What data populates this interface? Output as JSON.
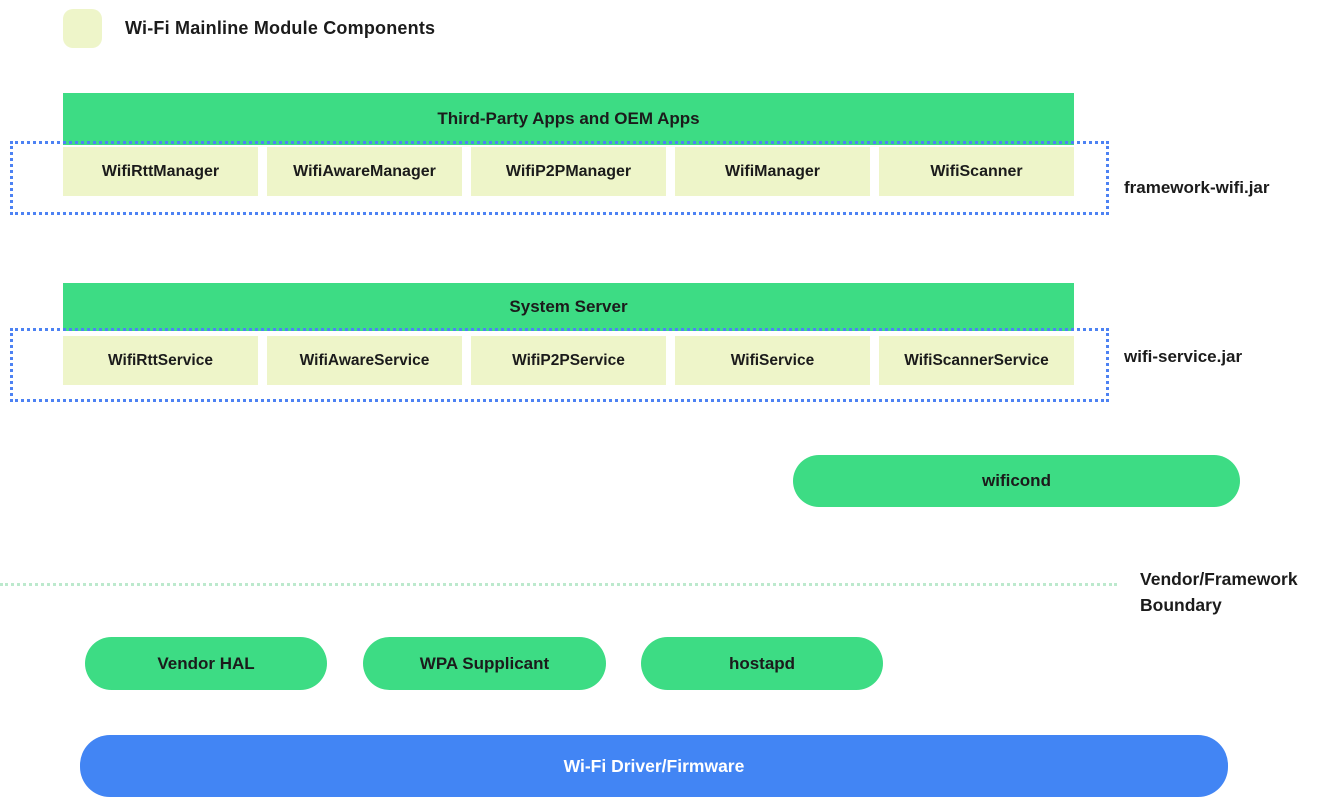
{
  "legend": {
    "label": "Wi-Fi Mainline Module Components"
  },
  "framework_section": {
    "header": "Third-Party Apps and OEM Apps",
    "boxes": [
      "WifiRttManager",
      "WifiAwareManager",
      "WifiP2PManager",
      "WifiManager",
      "WifiScanner"
    ],
    "jar_label": "framework-wifi.jar"
  },
  "service_section": {
    "header": "System Server",
    "boxes": [
      "WifiRttService",
      "WifiAwareService",
      "WifiP2PService",
      "WifiService",
      "WifiScannerService"
    ],
    "jar_label": "wifi-service.jar"
  },
  "wificond": {
    "label": "wificond"
  },
  "boundary": {
    "label": "Vendor/Framework Boundary"
  },
  "vendor_components": {
    "vendor_hal": "Vendor HAL",
    "wpa_supplicant": "WPA Supplicant",
    "hostapd": "hostapd"
  },
  "driver": {
    "label": "Wi-Fi Driver/Firmware"
  },
  "colors": {
    "green": "#3ddc84",
    "module_chip": "#eef5c9",
    "driver_blue": "#4285f4",
    "jar_border_blue": "#4d82f3",
    "boundary_line_green": "#bce9cd",
    "text_dark": "#1b1b1b",
    "text_light": "#ffffff"
  }
}
